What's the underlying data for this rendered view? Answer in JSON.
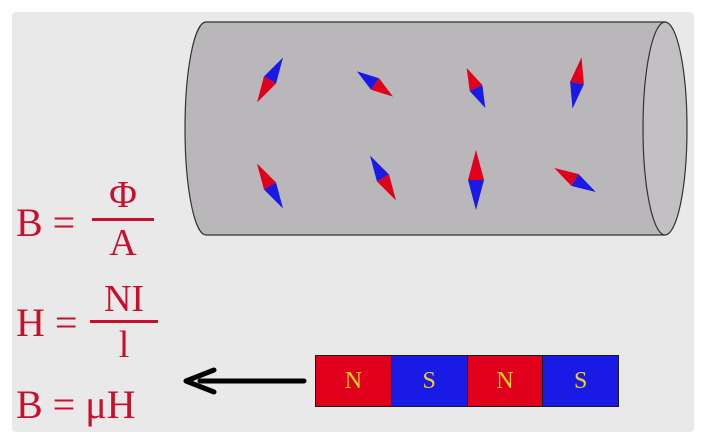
{
  "equations": {
    "b_def": {
      "lhs": "B =",
      "num": "Φ",
      "den": "A"
    },
    "h_def": {
      "lhs": "H =",
      "num": "NI",
      "den": "l"
    },
    "b_mu": {
      "text": "B = μH"
    }
  },
  "magnet": {
    "segments": [
      {
        "label": "N",
        "color": "#e0001b"
      },
      {
        "label": "S",
        "color": "#1a1ae6"
      },
      {
        "label": "N",
        "color": "#e0001b"
      },
      {
        "label": "S",
        "color": "#1a1ae6"
      }
    ]
  },
  "colors": {
    "equation_text": "#c8102e",
    "magnet_label": "#f2d21b",
    "north": "#e0001b",
    "south": "#1a1ae6",
    "cylinder": "#b9b7b9"
  }
}
